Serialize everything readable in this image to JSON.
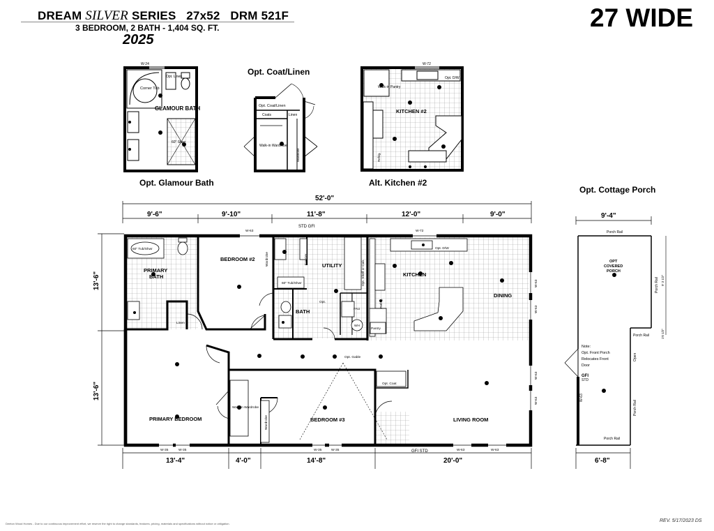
{
  "header": {
    "series_pre": "DREAM",
    "series_word": "SILVER",
    "series_post": "SERIES",
    "size": "27x52",
    "model": "DRM 521F",
    "specs": "3 BEDROOM, 2 BATH - 1,404 SQ. FT.",
    "year": "2025",
    "width_badge": "27 WIDE"
  },
  "insets": {
    "glamour_bath": {
      "caption": "Opt. Glamour Bath",
      "label": "GLAMOUR BATH",
      "corner_tub": "Corner Tub",
      "linen": "Opt. Linen",
      "window": "W-24",
      "shower": "60\" Shwr"
    },
    "coat_linen": {
      "caption": "Opt. Coat/Linen",
      "coat_linen": "Opt. Coat/Linen",
      "coats": "Coats",
      "linen": "Linen",
      "walk_in": "Walk-in Wardrobe",
      "wardrobe": "Wardrobe"
    },
    "kitchen2": {
      "caption": "Alt. Kitchen #2",
      "label": "KITCHEN #2",
      "window": "W-72",
      "pantry": "Walk-in Pantry",
      "dw": "Opt. D/W",
      "refrig": "Refrig."
    }
  },
  "porch": {
    "caption": "Opt. Cottage Porch",
    "width_dim": "9'-4\"",
    "bottom_dim": "6'-8\"",
    "covered": "OPT COVERED PORCH",
    "porch_rail": "Porch Rail",
    "note": "Note: Opt. Front Porch Relocates Front Door",
    "open": "Open",
    "gfi": "GFI",
    "std": "STD",
    "dim_side": "9' 3 1/2\"",
    "dim_small": "1'0 1/2\"",
    "window": "W-63"
  },
  "plan": {
    "overall_width": "52'-0\"",
    "top_dims": [
      "9'-6\"",
      "9'-10\"",
      "11'-8\"",
      "12'-0\"",
      "9'-0\""
    ],
    "bottom_dims": [
      "13'-4\"",
      "4'-0\"",
      "14'-8\"",
      "20'-0\""
    ],
    "side_dims": [
      "13'-6\"",
      "13'-6\""
    ],
    "rooms": {
      "primary_bath": "PRIMARY BATH",
      "bedroom2": "BEDROOM #2",
      "utility": "UTILITY",
      "kitchen": "KITCHEN",
      "dining": "DINING",
      "bath": "BATH",
      "primary_bedroom": "PRIMARY BEDROOM",
      "bedroom3": "BEDROOM #3",
      "living_room": "LIVING ROOM"
    },
    "fixtures": {
      "tub1": "60\" Tub/Shwr",
      "tub2": "60\" Tub/Shwr",
      "linen": "Linen",
      "wardrobe": "Wardrobe",
      "walk_in": "Walk-in Wardrobe",
      "freezer": "Freezer",
      "fau": "FAU",
      "wh": "WH",
      "pantry": "Pantry",
      "refrig": "Refrig.",
      "dw": "Opt. D/W",
      "opt_shelf": "Opt. Shelf or Cab.",
      "opt_coat": "Opt. Coat",
      "opt_gable": "Opt. Gable",
      "opt": "Opt.",
      "std_gfi": "STD GFI",
      "gfi_std": "GFI STD"
    },
    "windows": {
      "w63": "W-63",
      "w72": "W-72",
      "w35": "W-35"
    }
  },
  "footer": {
    "disclaimer": "Deeton Wood Homes - Due to our continuous improvement effort, we reserve the right to change standards, features, pricing, materials and specifications without notice or obligation.",
    "revision": "REV. 5/17/2023 DS"
  },
  "colors": {
    "wall": "#000000",
    "grid": "#9a9a9a",
    "counter": "#555555"
  }
}
